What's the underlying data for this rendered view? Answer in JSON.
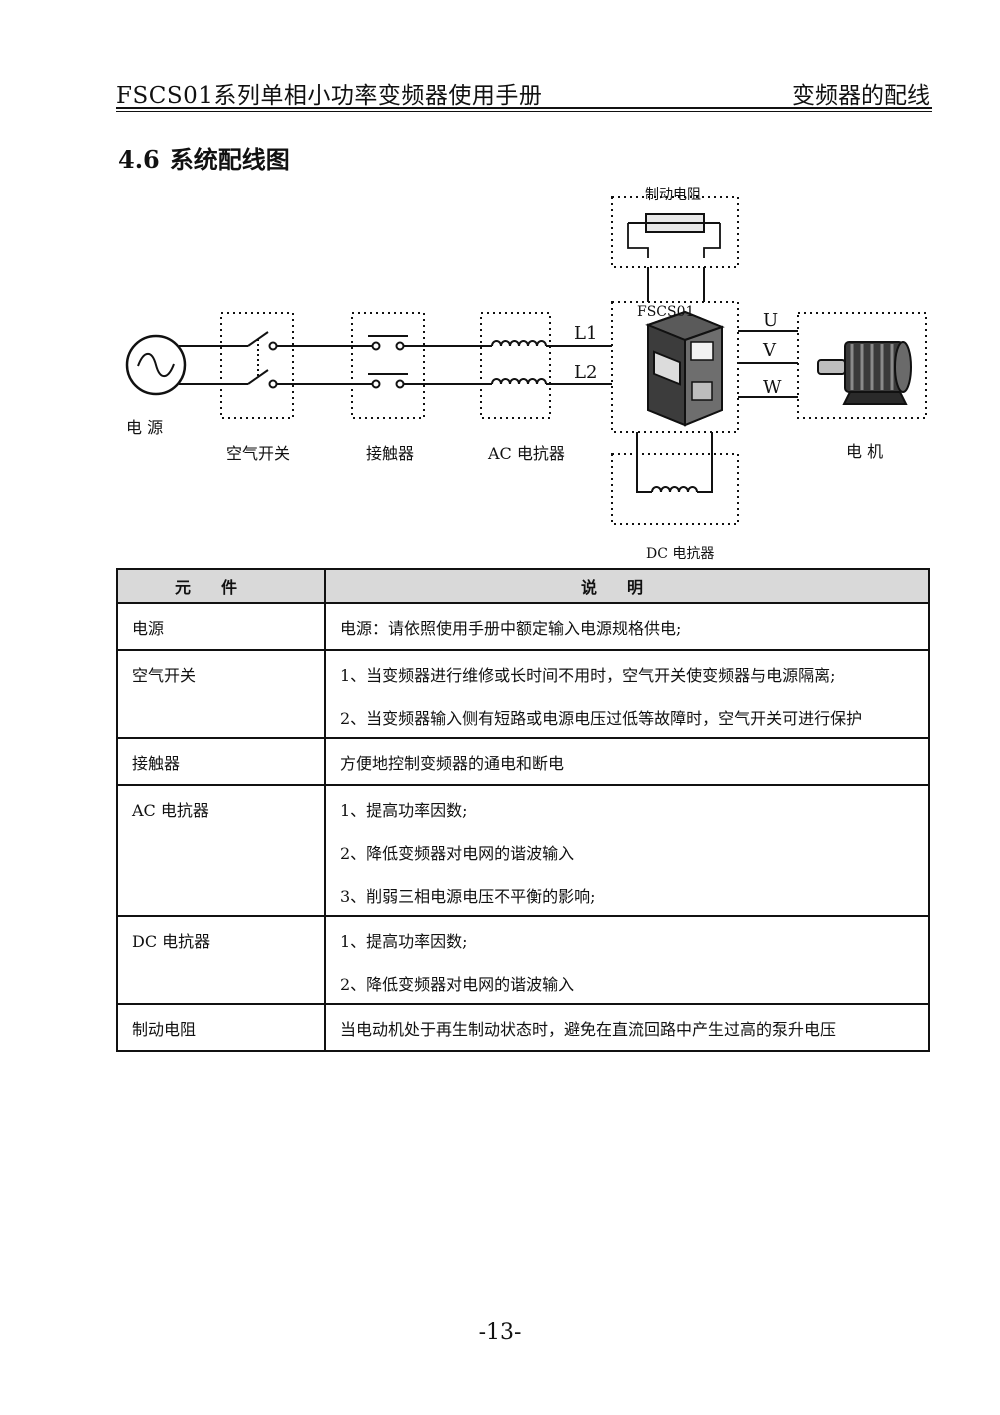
{
  "header": {
    "title": "FSCS01系列单相小功率变频器使用手册",
    "chapter": "变频器的配线"
  },
  "section": {
    "number": "4.6",
    "title": "系统配线图"
  },
  "diagram": {
    "labels": {
      "power": "电 源",
      "breaker": "空气开关",
      "contactor": "接触器",
      "ac_reactor": "AC 电抗器",
      "brake_resistor": "制动电阻",
      "inverter": "FSCS01",
      "dc_reactor": "DC 电抗器",
      "motor": "电  机",
      "l1": "L1",
      "l2": "L2",
      "u": "U",
      "v": "V",
      "w": "W"
    }
  },
  "table": {
    "headers": {
      "component": "元件",
      "description": "说明"
    },
    "rows": [
      {
        "component": "电源",
        "lines": [
          "电源：请依照使用手册中额定输入电源规格供电;"
        ]
      },
      {
        "component": "空气开关",
        "lines": [
          "1、当变频器进行维修或长时间不用时，空气开关使变频器与电源隔离;",
          "2、当变频器输入侧有短路或电源电压过低等故障时，空气开关可进行保护"
        ]
      },
      {
        "component": "接触器",
        "lines": [
          "方便地控制变频器的通电和断电"
        ]
      },
      {
        "component": "AC 电抗器",
        "lines": [
          "1、提高功率因数;",
          "2、降低变频器对电网的谐波输入",
          "3、削弱三相电源电压不平衡的影响;"
        ]
      },
      {
        "component": "DC 电抗器",
        "lines": [
          "1、提高功率因数;",
          "2、降低变频器对电网的谐波输入"
        ]
      },
      {
        "component": "制动电阻",
        "lines": [
          "当电动机处于再生制动状态时，避免在直流回路中产生过高的泵升电压"
        ]
      }
    ]
  },
  "page_number": "-13-"
}
